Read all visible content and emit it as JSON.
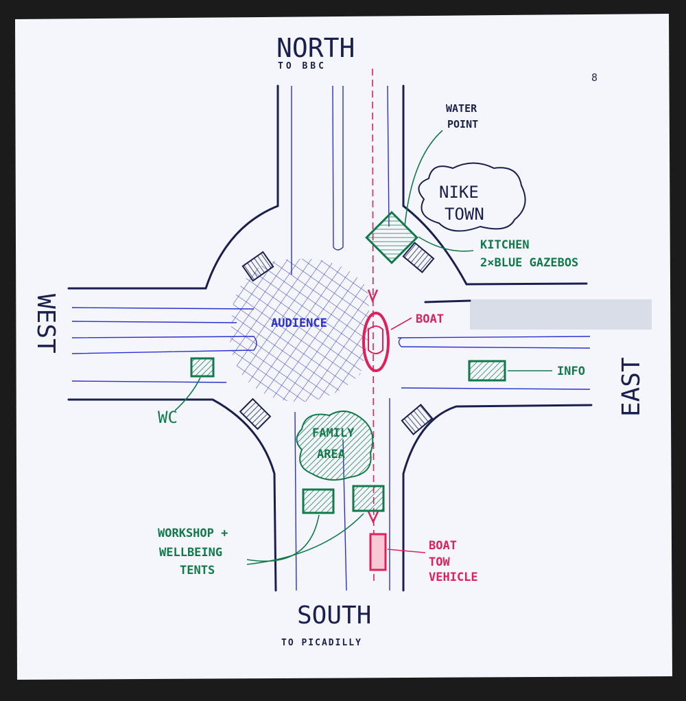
{
  "page_number": "8",
  "compass": {
    "north": "NORTH",
    "north_sub": "TO BBC",
    "south": "SOUTH",
    "south_sub": "TO PICADILLY",
    "west": "WEST",
    "east": "EAST"
  },
  "labels": {
    "water_point": [
      "WATER",
      "POINT"
    ],
    "nike_town": [
      "NIKE",
      "TOWN"
    ],
    "kitchen": [
      "KITCHEN",
      "2×BLUE GAZEBOS"
    ],
    "boat": "BOAT",
    "audience": "AUDIENCE",
    "info": "INFO",
    "wc": "WC",
    "family_area": [
      "FAMILY",
      "AREA"
    ],
    "workshop": [
      "WORKSHOP +",
      "WELLBEING",
      "TENTS"
    ],
    "boat_tow": [
      "BOAT",
      "TOW",
      "VEHICLE"
    ]
  },
  "colors": {
    "ink": "#1a1f4d",
    "blue": "#2a2fd0",
    "green": "#117a4a",
    "magenta": "#e0205a",
    "paper": "#f4f6fb"
  }
}
